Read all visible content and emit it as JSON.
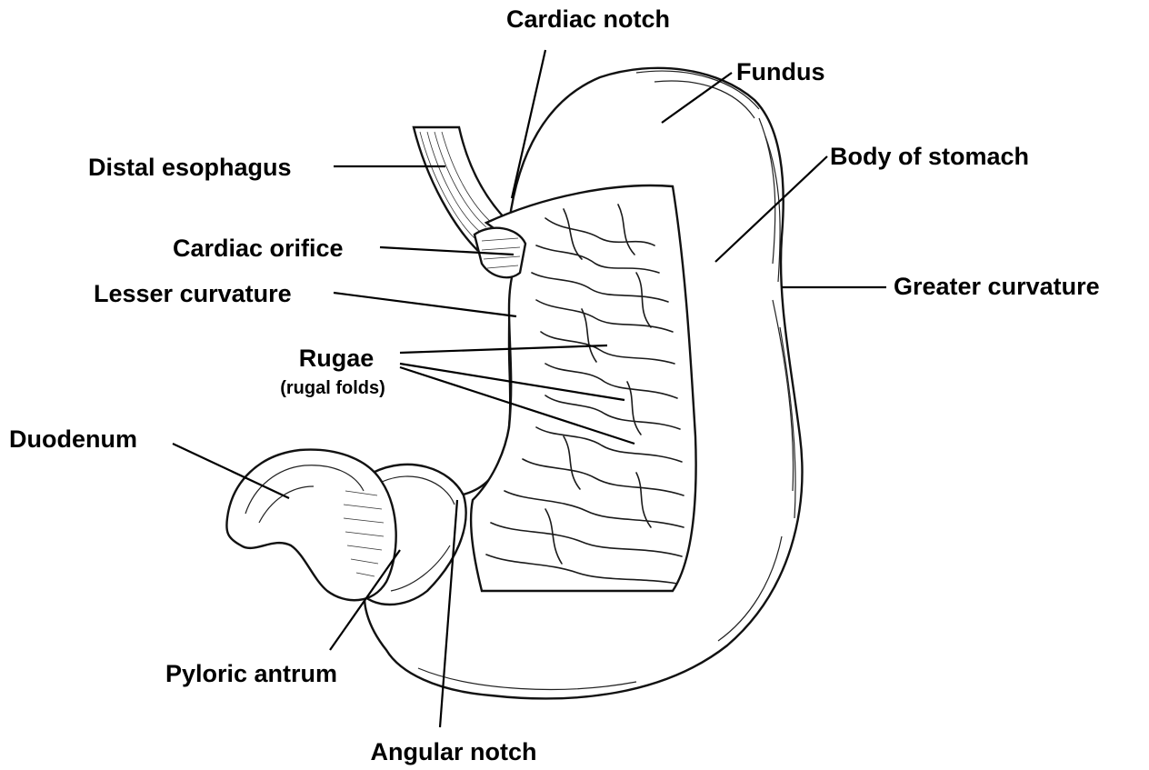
{
  "labels": {
    "cardiac_notch": "Cardiac notch",
    "fundus": "Fundus",
    "distal_esophagus": "Distal esophagus",
    "body_of_stomach": "Body of stomach",
    "cardiac_orifice": "Cardiac orifice",
    "greater_curvature": "Greater curvature",
    "lesser_curvature": "Lesser curvature",
    "rugae": "Rugae",
    "rugal_folds": "(rugal folds)",
    "duodenum": "Duodenum",
    "pyloric_antrum": "Pyloric antrum",
    "angular_notch": "Angular notch"
  },
  "colors": {
    "ink": "#000000",
    "background": "#ffffff"
  }
}
